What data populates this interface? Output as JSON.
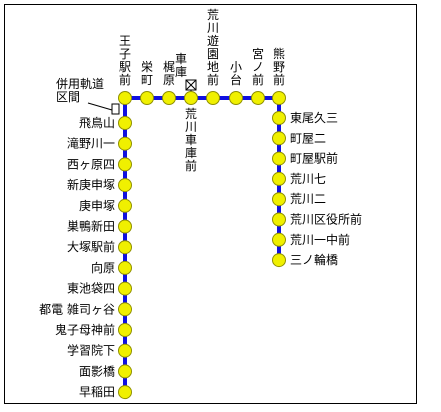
{
  "colors": {
    "line": "#1010e0",
    "station_fill": "#f0f000",
    "station_stroke": "#909000",
    "depot_stroke": "#000000"
  },
  "legend": {
    "label_line1": "併用軌道",
    "label_line2": "区間"
  },
  "depot": {
    "label": "荒川車庫前",
    "icon": "depot-cross-icon"
  },
  "top_row": [
    {
      "name": "王子駅前"
    },
    {
      "name": "栄町"
    },
    {
      "name": "梶原"
    },
    {
      "name": "車庫"
    },
    {
      "name": "荒川遊園地前"
    },
    {
      "name": "小台"
    },
    {
      "name": "宮ノ前"
    },
    {
      "name": "熊野前"
    }
  ],
  "left_column": [
    "飛鳥山",
    "滝野川一",
    "西ヶ原四",
    "新庚申塚",
    "庚申塚",
    "巣鴨新田",
    "大塚駅前",
    "向原",
    "東池袋四",
    "都電 雑司ヶ谷",
    "鬼子母神前",
    "学習院下",
    "面影橋",
    "早稲田"
  ],
  "right_column": [
    "東尾久三",
    "町屋二",
    "町屋駅前",
    "荒川七",
    "荒川二",
    "荒川区役所前",
    "荒川一中前",
    "三ノ輪橋"
  ]
}
